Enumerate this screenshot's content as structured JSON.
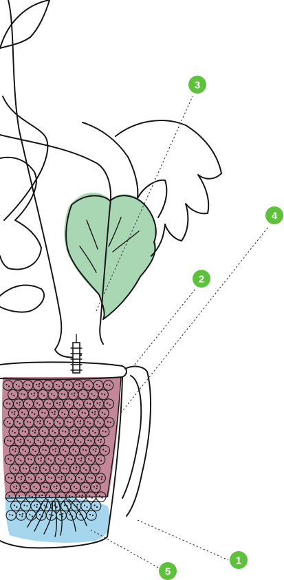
{
  "callouts": [
    {
      "label": "1"
    },
    {
      "label": "2"
    },
    {
      "label": "3"
    },
    {
      "label": "4"
    },
    {
      "label": "5"
    }
  ],
  "colors": {
    "badge": "#5ec13c",
    "leaf_highlight": "#a9d7b3",
    "substrate": "#c2889a",
    "water": "#a6d5ee",
    "outline": "#161616"
  },
  "icons": {
    "water_level_indicator": "water-level-indicator-icon",
    "plant": "monstera-plant-icon",
    "pot": "self-watering-pot-icon"
  }
}
